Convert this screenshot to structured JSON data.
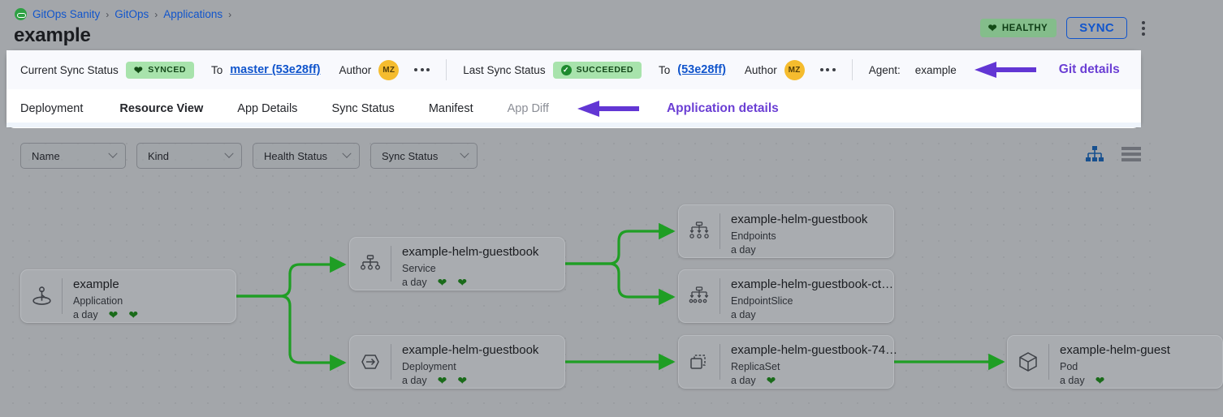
{
  "breadcrumb": {
    "logo_icon": "gitops-logo-icon",
    "items": [
      "GitOps Sanity",
      "GitOps",
      "Applications"
    ],
    "separator": "›"
  },
  "header": {
    "title": "example",
    "health_badge": {
      "label": "HEALTHY",
      "icon": "heart-icon",
      "color": "#84bd8b"
    },
    "sync_button": "SYNC",
    "overflow_icon": "kebab-menu-icon"
  },
  "status_bar": {
    "current": {
      "label": "Current Sync Status",
      "pill": "SYNCED",
      "pill_icon": "heart-icon",
      "to_label": "To",
      "revision": "master (53e28ff)",
      "author_label": "Author",
      "author_initials": "MZ",
      "more_icon": "ellipsis-icon"
    },
    "last": {
      "label": "Last Sync Status",
      "pill": "SUCCEEDED",
      "pill_icon": "check-circle-icon",
      "to_label": "To",
      "revision": "(53e28ff)",
      "author_label": "Author",
      "author_initials": "MZ",
      "more_icon": "ellipsis-icon"
    },
    "agent_label": "Agent:",
    "agent_value": "example",
    "annotation": "Git details",
    "annotation_color": "#6236d4"
  },
  "tabs": {
    "items": [
      {
        "label": "Deployment",
        "active": false,
        "disabled": false
      },
      {
        "label": "Resource View",
        "active": true,
        "disabled": false
      },
      {
        "label": "App Details",
        "active": false,
        "disabled": false
      },
      {
        "label": "Sync Status",
        "active": false,
        "disabled": false
      },
      {
        "label": "Manifest",
        "active": false,
        "disabled": false
      },
      {
        "label": "App Diff",
        "active": false,
        "disabled": true
      }
    ],
    "annotation": "Application details",
    "active_underline_color": "#1155cc"
  },
  "filters": [
    {
      "label": "Name",
      "icon": "chevron-down-icon"
    },
    {
      "label": "Kind",
      "icon": "chevron-down-icon"
    },
    {
      "label": "Health Status",
      "icon": "chevron-down-icon"
    },
    {
      "label": "Sync Status",
      "icon": "chevron-down-icon"
    }
  ],
  "view_toggles": [
    {
      "name": "tree-view-icon",
      "active": true,
      "color": "#17508f"
    },
    {
      "name": "list-view-icon",
      "active": false,
      "color": "#6d7077"
    }
  ],
  "graph": {
    "edge_color": "#1f9e24",
    "nodes": [
      {
        "id": "application",
        "title": "example",
        "kind": "Application",
        "age": "a day",
        "icon": "argo-application-icon",
        "hearts": 2
      },
      {
        "id": "service",
        "title": "example-helm-guestbook",
        "kind": "Service",
        "age": "a day",
        "icon": "service-icon",
        "hearts": 2
      },
      {
        "id": "deployment",
        "title": "example-helm-guestbook",
        "kind": "Deployment",
        "age": "a day",
        "icon": "deployment-icon",
        "hearts": 2
      },
      {
        "id": "endpoints",
        "title": "example-helm-guestbook",
        "kind": "Endpoints",
        "age": "a day",
        "icon": "endpoints-icon",
        "hearts": 0
      },
      {
        "id": "endpointslice",
        "title": "example-helm-guestbook-ct…",
        "kind": "EndpointSlice",
        "age": "a day",
        "icon": "endpointslice-icon",
        "hearts": 0
      },
      {
        "id": "replicaset",
        "title": "example-helm-guestbook-74…",
        "kind": "ReplicaSet",
        "age": "a day",
        "icon": "replicaset-icon",
        "hearts": 1
      },
      {
        "id": "pod",
        "title": "example-helm-guest",
        "kind": "Pod",
        "age": "a day",
        "icon": "pod-icon",
        "hearts": 1
      }
    ]
  }
}
